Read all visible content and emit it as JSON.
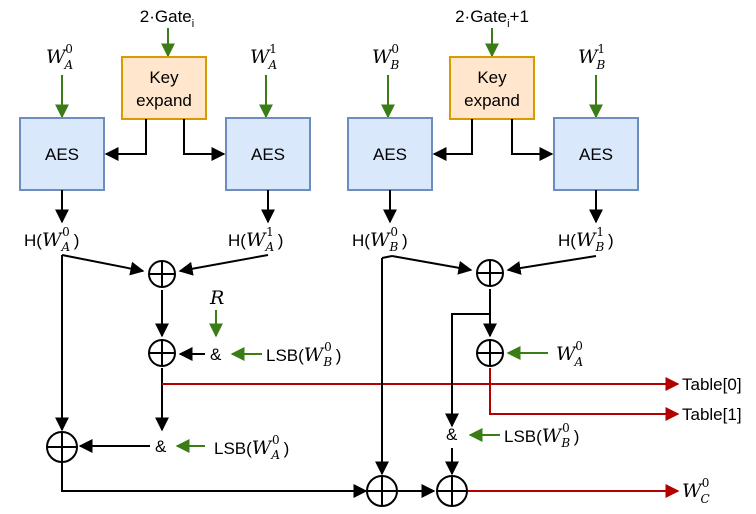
{
  "colors": {
    "aes_fill": "#dae8fc",
    "aes_stroke": "#6c8ebf",
    "key_fill": "#ffe6cc",
    "key_stroke": "#d79b00",
    "green_arrow": "#3a7d17",
    "red_arrow": "#b20000",
    "black": "#000000"
  },
  "left": {
    "gate_label": "2·Gate",
    "gate_sub": "i",
    "key_expand": [
      "Key",
      "expand"
    ],
    "aes_left": "AES",
    "aes_right": "AES",
    "wa0": {
      "base": "W",
      "sub": "A",
      "sup": "0"
    },
    "wa1": {
      "base": "W",
      "sub": "A",
      "sup": "1"
    },
    "h_wa0": {
      "pre": "H(",
      "base": "W",
      "sub": "A",
      "sup": "0",
      "post": ")"
    },
    "h_wa1": {
      "pre": "H(",
      "base": "W",
      "sub": "A",
      "sup": "1",
      "post": ")"
    },
    "r_label": "R",
    "amp1": "&",
    "lsb_wb0": {
      "pre": "LSB(",
      "base": "W",
      "sub": "B",
      "sup": "0",
      "post": ")"
    },
    "amp2": "&",
    "lsb_wa0": {
      "pre": "LSB(",
      "base": "W",
      "sub": "A",
      "sup": "0",
      "post": ")"
    }
  },
  "right": {
    "gate_label": "2·Gate",
    "gate_sub": "i",
    "gate_suffix": "+1",
    "key_expand": [
      "Key",
      "expand"
    ],
    "aes_left": "AES",
    "aes_right": "AES",
    "wb0": {
      "base": "W",
      "sub": "B",
      "sup": "0"
    },
    "wb1": {
      "base": "W",
      "sub": "B",
      "sup": "1"
    },
    "h_wb0": {
      "pre": "H(",
      "base": "W",
      "sub": "B",
      "sup": "0",
      "post": ")"
    },
    "h_wb1": {
      "pre": "H(",
      "base": "W",
      "sub": "B",
      "sup": "1",
      "post": ")"
    },
    "wa0_in": {
      "base": "W",
      "sub": "A",
      "sup": "0"
    },
    "amp": "&",
    "lsb_wb0": {
      "pre": "LSB(",
      "base": "W",
      "sub": "B",
      "sup": "0",
      "post": ")"
    }
  },
  "outputs": {
    "table0": "Table[0]",
    "table1": "Table[1]",
    "wc0": {
      "base": "W",
      "sub": "C",
      "sup": "0"
    }
  }
}
